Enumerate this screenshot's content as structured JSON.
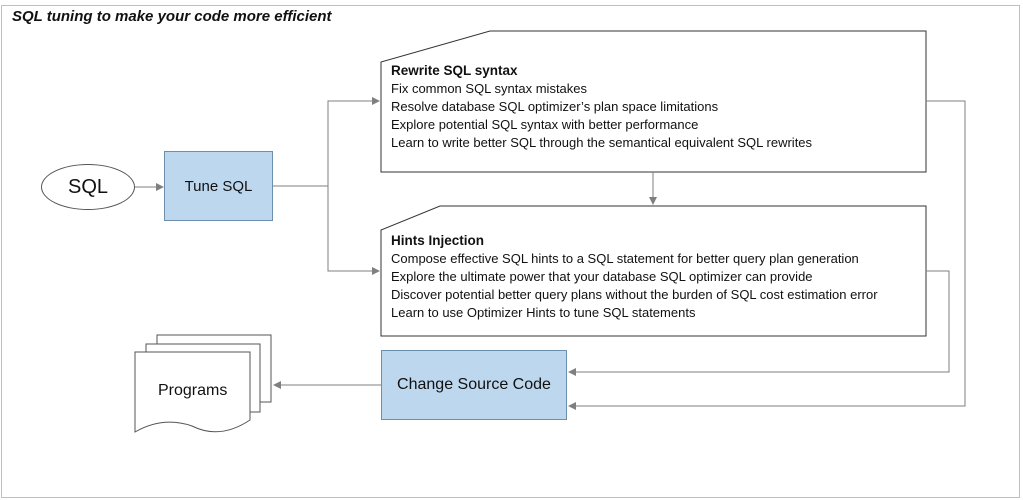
{
  "title": "SQL tuning to make your code more efficient",
  "input_node": {
    "label": "SQL"
  },
  "tune_node": {
    "label": "Tune SQL"
  },
  "rewrite": {
    "title": "Rewrite SQL syntax",
    "lines": [
      "Fix common SQL syntax mistakes",
      "Resolve database SQL optimizer’s plan space limitations",
      "Explore potential SQL syntax with better performance",
      "Learn to write better SQL through the semantical equivalent SQL rewrites"
    ]
  },
  "hints": {
    "title": "Hints Injection",
    "lines": [
      "Compose effective SQL hints to a SQL statement for better query plan generation",
      "Explore the ultimate power that your database SQL optimizer can provide",
      "Discover potential better query plans without the burden of SQL cost estimation error",
      "Learn to use Optimizer Hints to tune SQL statements"
    ]
  },
  "change_node": {
    "label": "Change Source Code"
  },
  "programs_node": {
    "label": "Programs"
  },
  "colors": {
    "process_fill": "#bdd7ee",
    "connector": "#7f7f7f"
  }
}
